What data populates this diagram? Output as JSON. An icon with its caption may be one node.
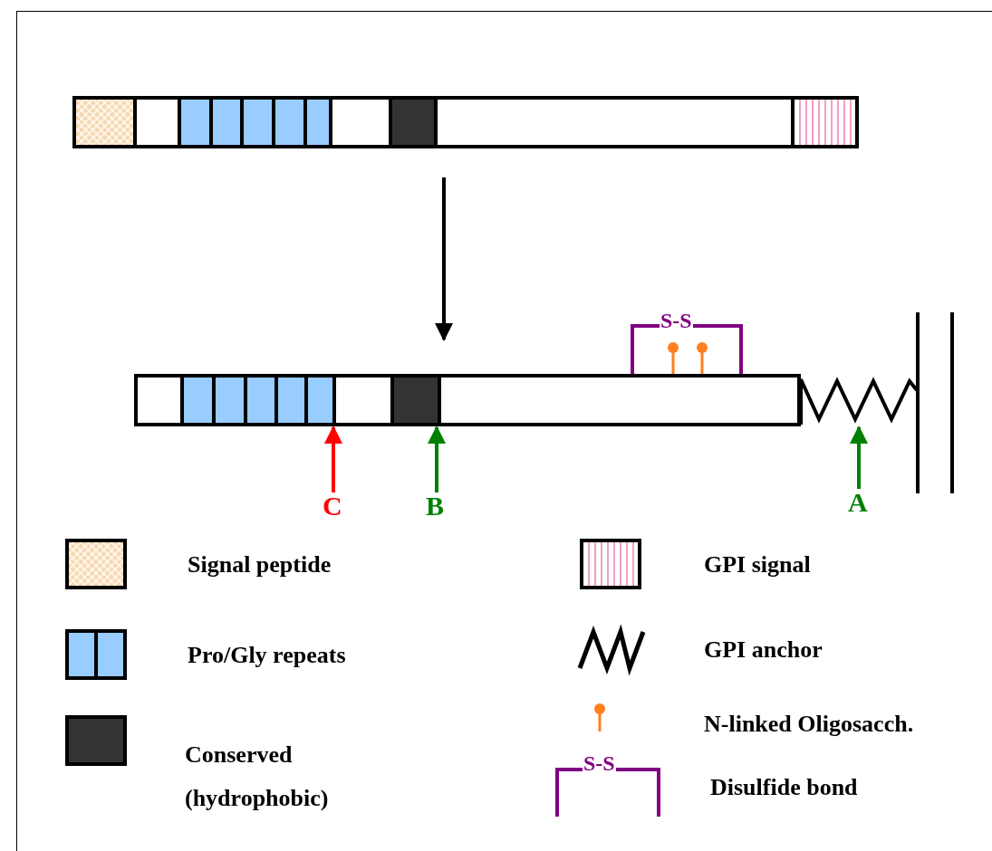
{
  "diagram": {
    "nodes": [
      {
        "text": [],
        "shape": "bar"
      },
      {
        "text": [],
        "shape": "bar"
      },
      {
        "text": [
          "C"
        ]
      },
      {
        "text": [
          "B"
        ]
      },
      {
        "text": [
          "A"
        ]
      },
      {
        "text": [],
        "shape": "picture"
      }
    ],
    "edges": [
      {
        "from": 0,
        "to": 1,
        "arrow": "to",
        "color": "#000000"
      },
      {
        "from": 2,
        "to": 1,
        "arrow": "to",
        "color": "#ff0000"
      },
      {
        "from": 3,
        "to": 1,
        "arrow": "to",
        "color": "#008000"
      },
      {
        "from": 4,
        "to": 5,
        "arrow": "to",
        "color": "#008000"
      }
    ],
    "labels": [
      "S-S",
      "S-S"
    ],
    "legend": [
      {
        "text": "Signal peptide"
      },
      {
        "text": "GPI signal"
      },
      {
        "text": "Pro/Gly repeats"
      },
      {
        "text": "GPI anchor"
      },
      {
        "text": "Conserved (hydrophobic)",
        "color": "#333333"
      },
      {
        "text": "N-linked Oligosacch."
      },
      {
        "text": "Disulfide bond"
      }
    ]
  }
}
